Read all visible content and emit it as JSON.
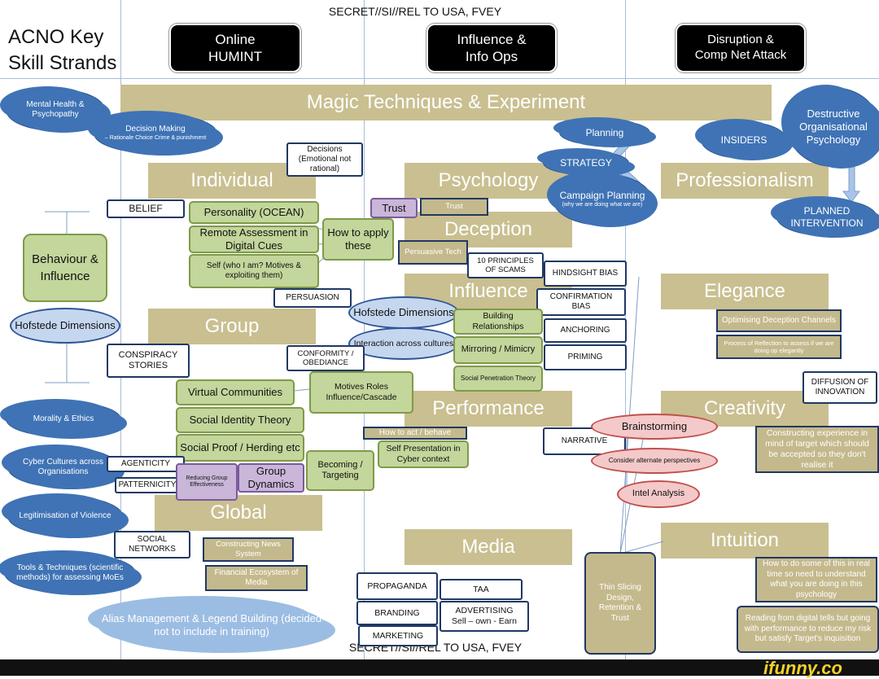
{
  "classification": {
    "top": "SECRET//SI//REL TO USA, FVEY",
    "bottom": "SECRET//SI//REL TO USA, FVEY"
  },
  "title": {
    "line1": "ACNO Key",
    "line2": "Skill Strands"
  },
  "headers": {
    "online_humint": {
      "line1": "Online",
      "line2": "HUMINT"
    },
    "influence_info_ops": {
      "line1": "Influence &",
      "line2": "Info Ops"
    },
    "disruption": {
      "line1": "Disruption &",
      "line2": "Comp Net Attack"
    }
  },
  "bands": {
    "magic": "Magic Techniques & Experiment",
    "individual": "Individual",
    "psychology": "Psychology",
    "professionalism": "Professionalism",
    "deception": "Deception",
    "influence": "Influence",
    "elegance": "Elegance",
    "group": "Group",
    "performance": "Performance",
    "creativity": "Creativity",
    "global": "Global",
    "media": "Media",
    "intuition": "Intuition"
  },
  "clouds": {
    "mental_health": "Mental Health & Psychopathy",
    "decision_making": "Decision Making",
    "decision_making_sub": "– Rationale Choice Crime & punishment",
    "morality": "Morality & Ethics",
    "cyber_cultures": "Cyber Cultures across Organisations",
    "legitimisation": "Legitimisation of Violence",
    "tools": "Tools & Techniques (scientific methods) for assessing MoEs",
    "alias": "Alias Management & Legend Building (decided not to include in training)",
    "planning": "Planning",
    "strategy": "STRATEGY",
    "campaign": "Campaign Planning",
    "campaign_sub": "(why we are doing what we are)",
    "insiders": "INSIDERS",
    "destructive": "Destructive Organisational Psychology",
    "planned": "PLANNED INTERVENTION"
  },
  "boxes": {
    "decisions": "Decisions (Emotional not rational)",
    "belief": "BELIEF",
    "personality": "Personality (OCEAN)",
    "remote": "Remote Assessment in Digital Cues",
    "self": "Self (who I am? Motives & exploiting them)",
    "how_to_apply": "How to apply these",
    "trust": "Trust",
    "trust_tan": "Trust",
    "persuasive_tech": "Persuasive Tech",
    "ten_principles": "10 PRINCIPLES OF SCAMS",
    "hindsight": "HINDSIGHT BIAS",
    "confirmation": "CONFIRMATION BIAS",
    "anchoring": "ANCHORING",
    "priming": "PRIMING",
    "persuasion": "PERSUASION",
    "behaviour": "Behaviour & Influence",
    "hofstede_left": "Hofstede Dimensions",
    "hofstede_mid": "Hofstede Dimensions",
    "interaction": "Interaction across cultures",
    "building": "Building Relationships",
    "mirroring": "Mirroring / Mimicry",
    "social_pen": "Social Penetration Theory",
    "conspiracy": "CONSPIRACY STORIES",
    "conformity": "CONFORMITY / OBEDIANCE",
    "motives_roles": "Motives Roles Influence/Cascade",
    "virtual": "Virtual Communities",
    "social_identity": "Social Identity Theory",
    "social_proof": "Social Proof / Herding etc",
    "agenticity": "AGENTICITY",
    "patternicity": "PATTERNICITY",
    "reducing": "Reducing Group Effectiveness",
    "group_dynamics": "Group Dynamics",
    "becoming": "Becoming / Targeting",
    "how_to_act": "How to act / behave",
    "self_presentation": "Self Presentation in Cyber context",
    "narrative": "NARRATIVE",
    "brainstorming": "Brainstorming",
    "consider_alt": "Consider alternate perspectives",
    "intel": "Intel Analysis",
    "diffusion": "DIFFUSION OF INNOVATION",
    "optimising": "Optimising Deception Channels",
    "process_reflection": "Process of Reflection to assess if we are doing op elegantly",
    "constructing_exp": "Constructing experience in mind of target which should be accepted so they don't realise it",
    "social_networks": "SOCIAL NETWORKS",
    "constructing_news": "Constructing News System",
    "financial": "Financial Ecosystem of Media",
    "propaganda": "PROPAGANDA",
    "taa": "TAA",
    "branding": "BRANDING",
    "advertising": "ADVERTISING",
    "advertising_sub": "Sell – own - Earn",
    "marketing": "MARKETING",
    "thin_slicing": "Thin Slicing Design, Retention & Trust",
    "real_time": "How to do some of this in real time so need to understand what you are doing in this psychology",
    "reading_tells": "Reading from digital tells but going with performance to reduce my risk but satisfy Target's inquisition"
  },
  "watermark": "ifunny.co"
}
